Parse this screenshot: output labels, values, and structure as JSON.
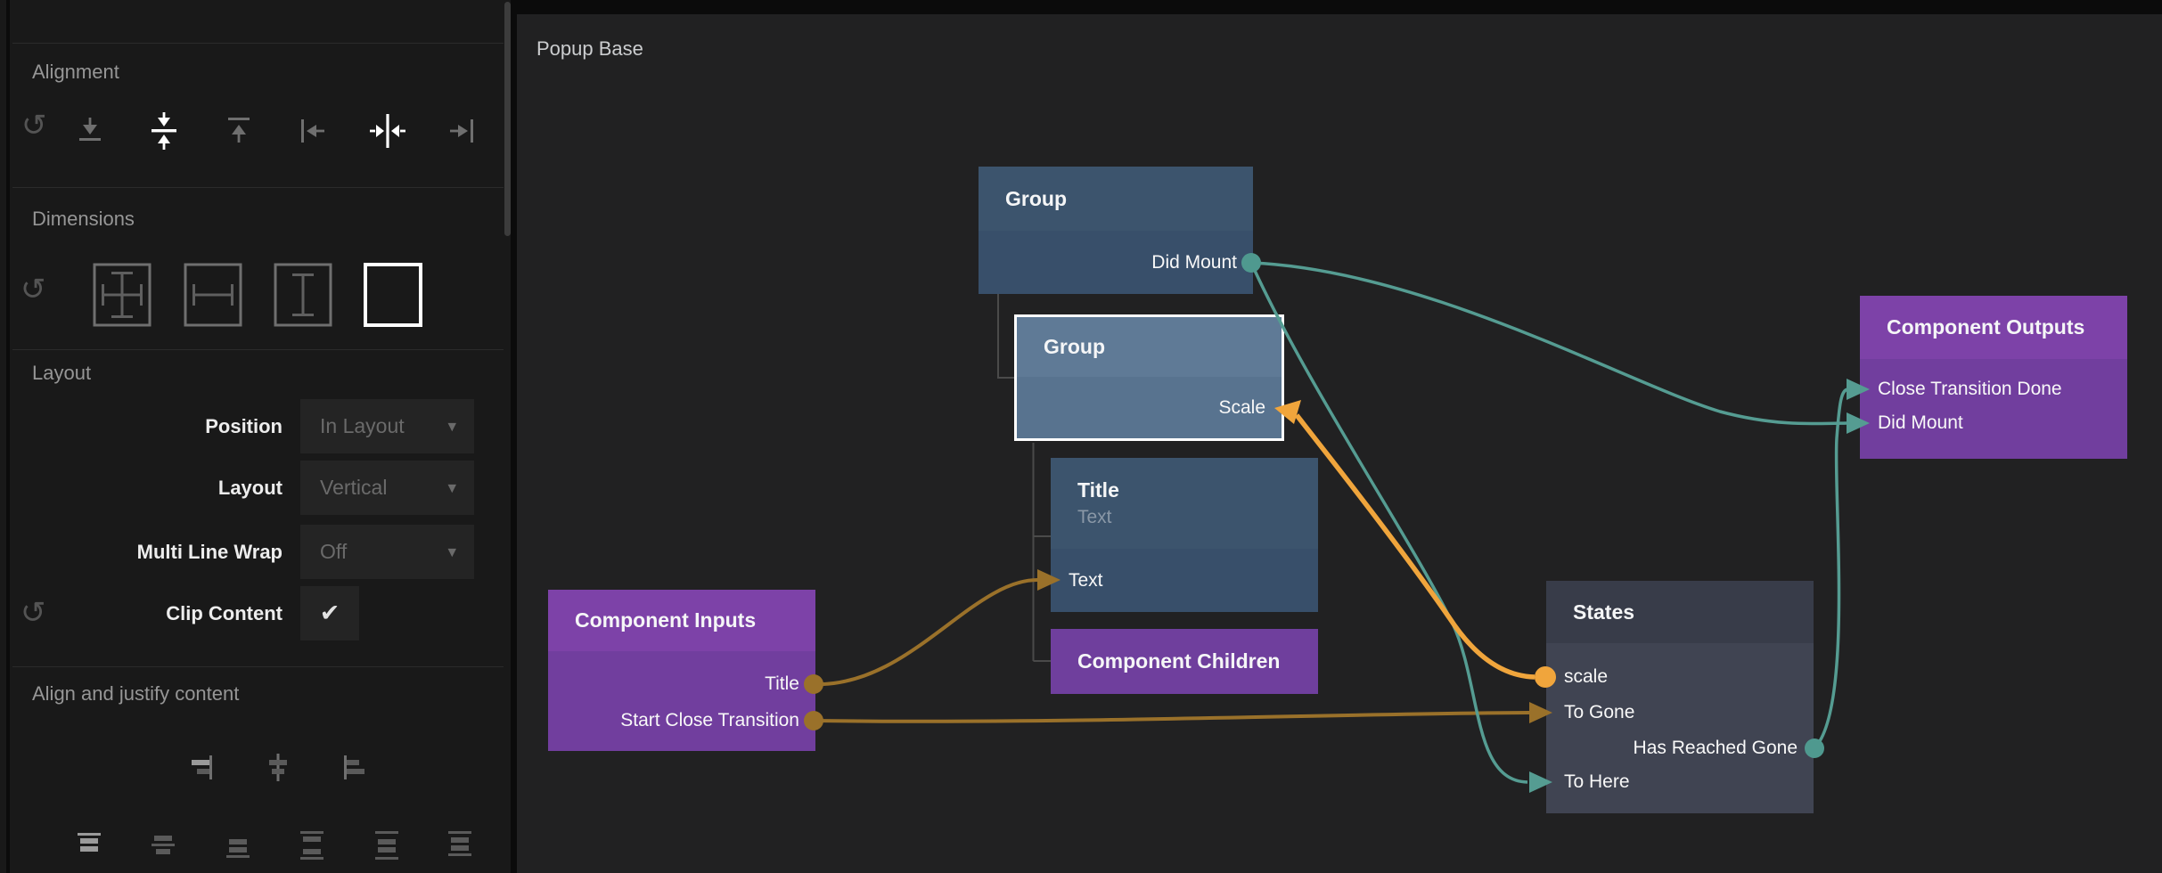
{
  "icons": {
    "reset": "↺",
    "dropdown_caret": "▾",
    "check": "✔"
  },
  "colors": {
    "teal": "#559c92",
    "orange_bright": "#f0a53c",
    "orange_dim": "#9a712a",
    "node_blue": "#3c546d",
    "node_blue_selected": "#5f7a96",
    "node_purple": "#7d42a8",
    "node_states": "#383c49",
    "canvas_bg": "#212122",
    "panel_bg": "#191919"
  },
  "sidebar": {
    "alignment": {
      "title": "Alignment",
      "buttons": [
        "reset",
        "align-bottom",
        "center-vertical",
        "align-top",
        "align-left",
        "center-horizontal",
        "align-right"
      ],
      "active": [
        "center-vertical",
        "center-horizontal"
      ]
    },
    "dimensions": {
      "title": "Dimensions",
      "buttons": [
        "reset",
        "size-both",
        "size-width",
        "size-height",
        "size-none"
      ],
      "active": [
        "size-none"
      ]
    },
    "layout": {
      "title": "Layout",
      "rows": [
        {
          "label": "Position",
          "value": "In Layout"
        },
        {
          "label": "Layout",
          "value": "Vertical"
        },
        {
          "label": "Multi Line Wrap",
          "value": "Off"
        }
      ],
      "clip": {
        "label": "Clip Content",
        "checked": true
      }
    },
    "align_justify": {
      "title": "Align and justify content",
      "row1": [
        "align-content-right",
        "align-content-center",
        "align-content-left"
      ],
      "row2": [
        "justify-start",
        "justify-center",
        "justify-end",
        "justify-space-between",
        "justify-space-around",
        "justify-space-evenly"
      ],
      "active": [
        "justify-start"
      ]
    }
  },
  "canvas": {
    "title": "Popup Base",
    "nodes": {
      "group_top": {
        "title": "Group",
        "ports": {
          "did_mount": "Did Mount"
        }
      },
      "group_selected": {
        "title": "Group",
        "selected": true,
        "ports": {
          "scale": "Scale"
        }
      },
      "title_text": {
        "title": "Title",
        "subtitle": "Text",
        "ports": {
          "text": "Text"
        }
      },
      "component_children": {
        "title": "Component Children"
      },
      "component_inputs": {
        "title": "Component Inputs",
        "ports": {
          "title": "Title",
          "start_close_transition": "Start Close Transition"
        }
      },
      "states": {
        "title": "States",
        "ports": {
          "scale": "scale",
          "to_gone": "To Gone",
          "has_reached_gone": "Has Reached Gone",
          "to_here": "To Here"
        }
      },
      "component_outputs": {
        "title": "Component Outputs",
        "ports": {
          "close_transition_done": "Close Transition Done",
          "did_mount": "Did Mount"
        }
      }
    },
    "connections": [
      {
        "from": "Component Inputs.Title",
        "to": "Title.Text",
        "color": "#9a712a"
      },
      {
        "from": "Component Inputs.Start Close Transition",
        "to": "States.To Gone",
        "color": "#9a712a"
      },
      {
        "from": "States.scale",
        "to": "Group.Scale",
        "color": "#f0a53c",
        "highlighted": true
      },
      {
        "from": "Group.Did Mount",
        "to": "Component Outputs.Did Mount",
        "color": "#559c92"
      },
      {
        "from": "Group.Did Mount",
        "to": "States.To Here",
        "color": "#559c92"
      },
      {
        "from": "States.Has Reached Gone",
        "to": "Component Outputs.Close Transition Done",
        "color": "#559c92"
      }
    ]
  }
}
